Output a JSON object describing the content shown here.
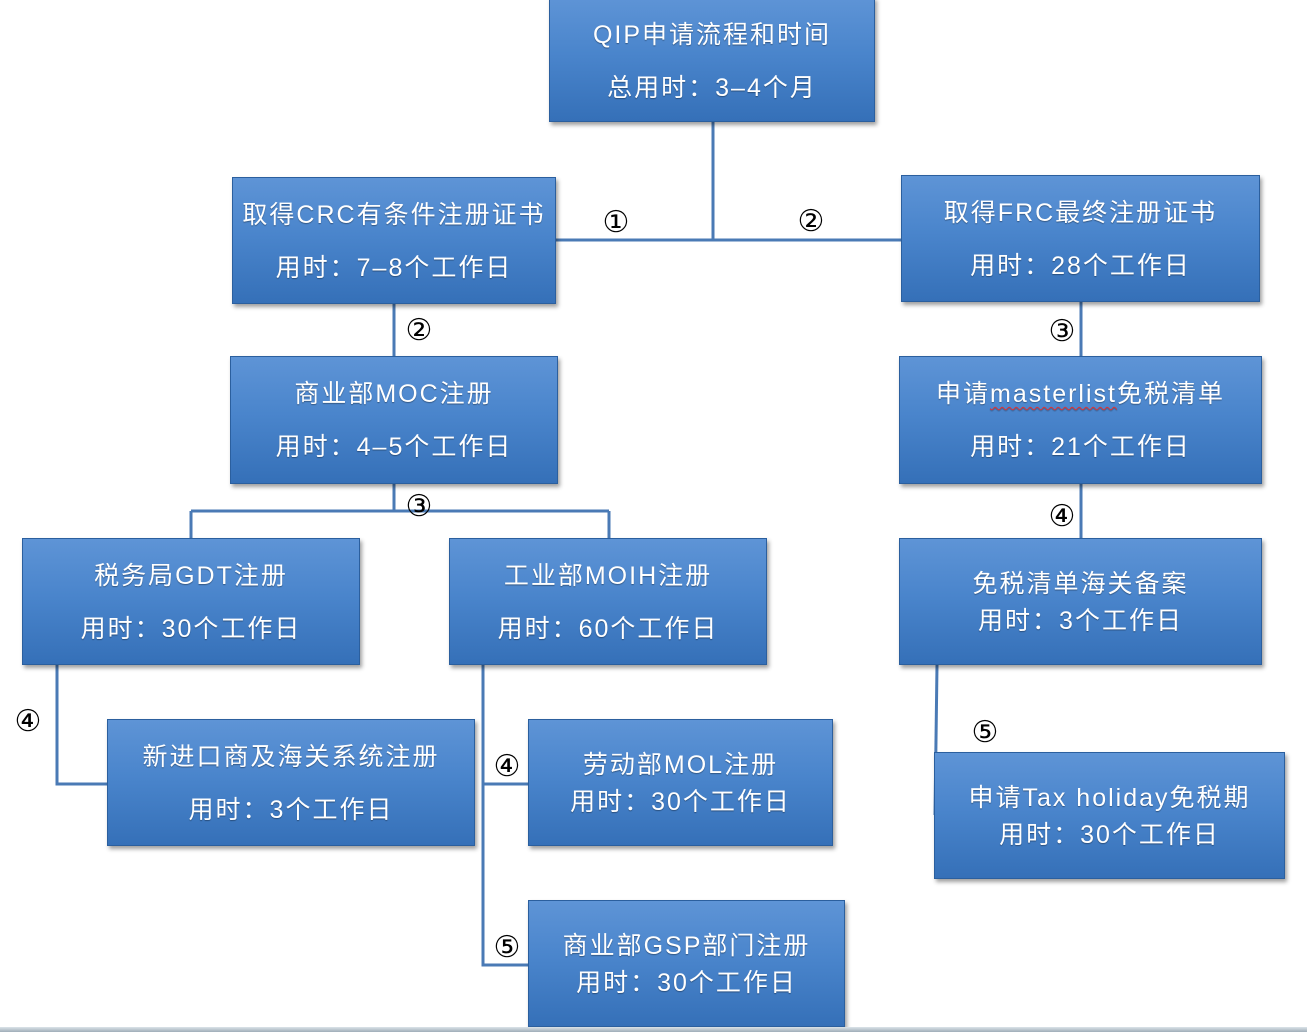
{
  "diagram": {
    "nodes": [
      {
        "title": "QIP申请流程和时间",
        "duration": "总用时：3–4个月"
      },
      {
        "title": "取得CRC有条件注册证书",
        "duration": "用时：7–8个工作日"
      },
      {
        "title": "取得FRC最终注册证书",
        "duration": "用时：28个工作日"
      },
      {
        "title": "商业部MOC注册",
        "duration": "用时：4–5个工作日"
      },
      {
        "title_parts": [
          "申请",
          "masterlist",
          "免税清单"
        ],
        "duration": "用时：21个工作日"
      },
      {
        "title": "税务局GDT注册",
        "duration": "用时：30个工作日"
      },
      {
        "title": "工业部MOIH注册",
        "duration": "用时：60个工作日"
      },
      {
        "title": "免税清单海关备案",
        "duration": "用时：3个工作日"
      },
      {
        "title": "新进口商及海关系统注册",
        "duration": "用时：3个工作日"
      },
      {
        "title": "劳动部MOL注册",
        "duration": "用时：30个工作日"
      },
      {
        "title": "申请Tax holiday免税期",
        "duration": "用时：30个工作日"
      },
      {
        "title": "商业部GSP部门注册",
        "duration": "用时：30个工作日"
      }
    ],
    "step_labels": [
      "①",
      "②",
      "②",
      "③",
      "③",
      "④",
      "④",
      "④",
      "⑤",
      "⑤"
    ],
    "colors": {
      "box_top": "#5e94d6",
      "box_bottom": "#3570b8",
      "box_border": "#2b5f9e",
      "connector": "#4a7ab5",
      "text": "#ffffff",
      "step_label": "#000000"
    }
  }
}
